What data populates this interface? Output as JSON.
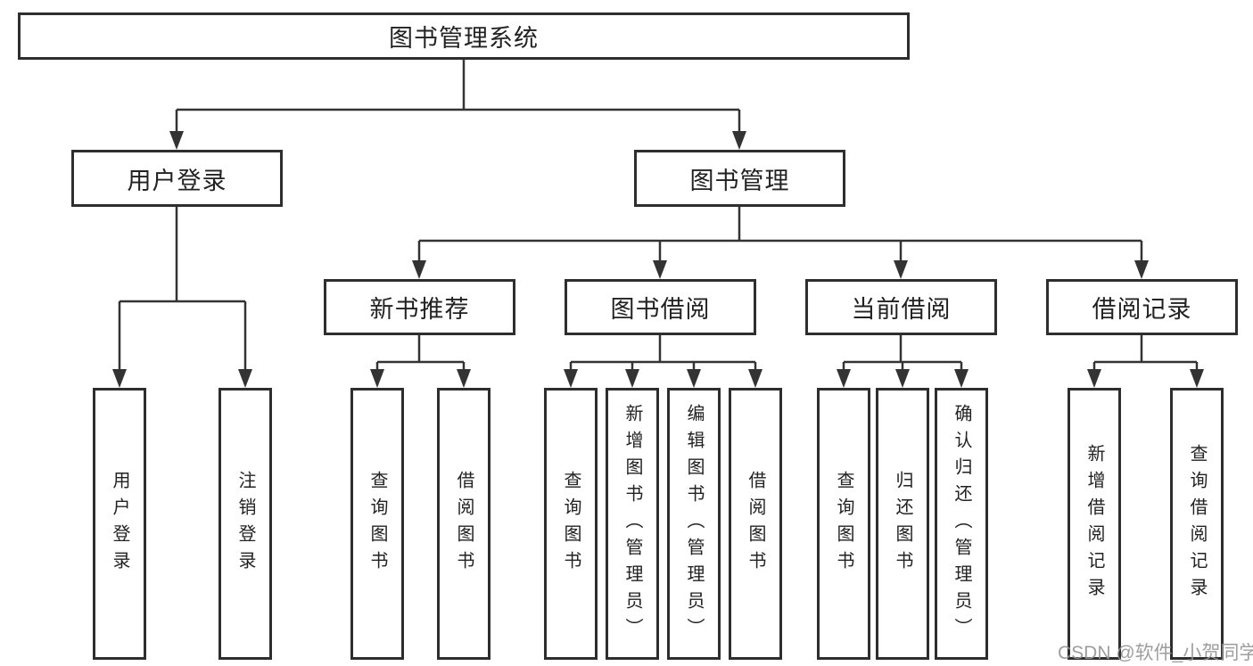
{
  "diagram": {
    "root": "图书管理系统",
    "user_login": {
      "label": "用户登录",
      "children": [
        "用户登录",
        "注销登录"
      ]
    },
    "book_management": {
      "label": "图书管理",
      "groups": [
        {
          "label": "新书推荐",
          "children": [
            "查询图书",
            "借阅图书"
          ]
        },
        {
          "label": "图书借阅",
          "children": [
            "查询图书",
            "新增图书（管理员）",
            "编辑图书（管理员）",
            "借阅图书"
          ]
        },
        {
          "label": "当前借阅",
          "children": [
            "查询图书",
            "归还图书",
            "确认归还（管理员）"
          ]
        },
        {
          "label": "借阅记录",
          "children": [
            "新增借阅记录",
            "查询借阅记录"
          ]
        }
      ]
    },
    "watermark": "CSDN @软件_小贺同学",
    "colors": {
      "line": "#333333",
      "border": "#2e2e2e",
      "text": "#222222",
      "watermark": "#949494",
      "background": "#ffffff"
    }
  }
}
